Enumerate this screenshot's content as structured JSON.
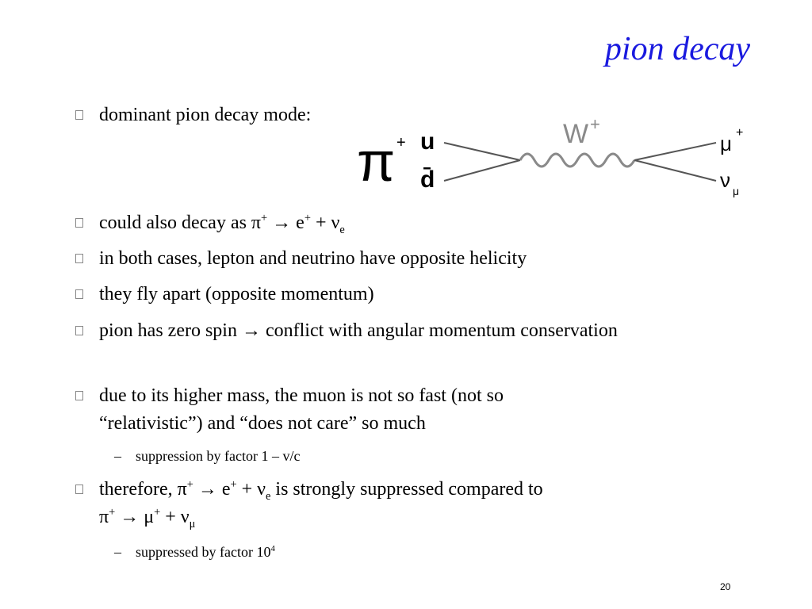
{
  "slide": {
    "title": "pion decay",
    "page_number": "20"
  },
  "bullets": {
    "b1": "dominant pion decay mode:",
    "b2": {
      "text": "could also decay as π",
      "plus": "+",
      "arrow": "→",
      "e": " e",
      "e_plus": "+",
      "plus_sign": " + ν",
      "nu_sub": "e"
    },
    "b3": "in both cases, lepton and neutrino have opposite helicity",
    "b4": "they fly apart (opposite momentum)",
    "b5": {
      "pre": "pion has zero spin ",
      "arrow": "→",
      "post": " conflict with angular momentum conservation"
    },
    "b6": {
      "line1": "due to its higher mass, the muon is not so fast (not so",
      "line2": "“relativistic”) and “does not care” so much"
    },
    "b6_sub": "suppression by factor   1 – v/c",
    "b7": {
      "pre": "therefore,  π",
      "plus": "+",
      "arrow": "→",
      "e": " e",
      "e_plus": "+",
      "plus_sign": " + ν",
      "nu_sub": "e",
      "post": "  is strongly suppressed compared to",
      "l2_pi": "π",
      "l2_plus": "+",
      "l2_arrow": "→",
      "l2_mu": " μ",
      "l2_mu_plus": "+",
      "l2_plus_sign": " + ν",
      "l2_nu_sub": "μ"
    },
    "b7_sub": {
      "text": "suppressed by factor 10",
      "exp": "4"
    }
  },
  "diagram": {
    "pion": "π",
    "pion_charge": "+",
    "quark_u": "u",
    "quark_d": "d̄",
    "boson": "W",
    "boson_charge": "+",
    "muon": "μ",
    "muon_charge": "+",
    "neutrino": "ν",
    "neutrino_sub": "μ",
    "colors": {
      "boson": "#8a8a8a",
      "lines": "#555555"
    }
  },
  "colors": {
    "title": "#1a1adf",
    "text": "#000000"
  }
}
